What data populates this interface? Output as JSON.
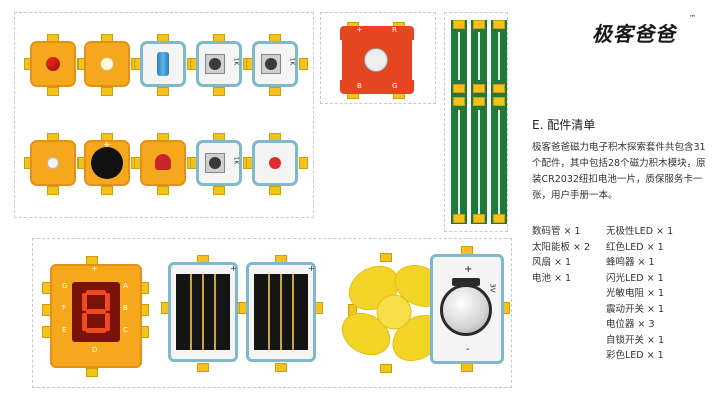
{
  "brand": {
    "name": "极客爸爸",
    "tm": "™"
  },
  "section": {
    "title": "E. 配件清单",
    "description": "极客爸爸磁力电子积木探索套件共包含31个配件，其中包括28个磁力积木模块，原装CR2032纽扣电池一片，质保服务卡一张，用户手册一本。"
  },
  "parts_left": [
    "数码管 × 1",
    "太阳能板 × 2",
    "风扇 × 1",
    "电池 × 1"
  ],
  "parts_right": [
    "无极性LED × 1",
    "红色LED × 1",
    "蜂鸣器 × 1",
    "闪光LED × 1",
    "光敏电阻 × 1",
    "震动开关 × 1",
    "电位器 × 3",
    "自锁开关 × 1",
    "彩色LED × 1"
  ],
  "labels": {
    "pot_value": "1K",
    "plus": "+",
    "minus": "-",
    "battery_voltage": "3V",
    "red_board_r": "R",
    "red_board_b": "B",
    "red_board_g": "G",
    "seg_letters": [
      "G",
      "A",
      "F",
      "B",
      "E",
      "C",
      "D"
    ]
  },
  "colors": {
    "orange": "#f6a81c",
    "gold": "#f3c21b",
    "teal": "#7fb9c9",
    "green": "#1f7a3a",
    "red": "#e5451f",
    "fan": "#f3d426"
  }
}
